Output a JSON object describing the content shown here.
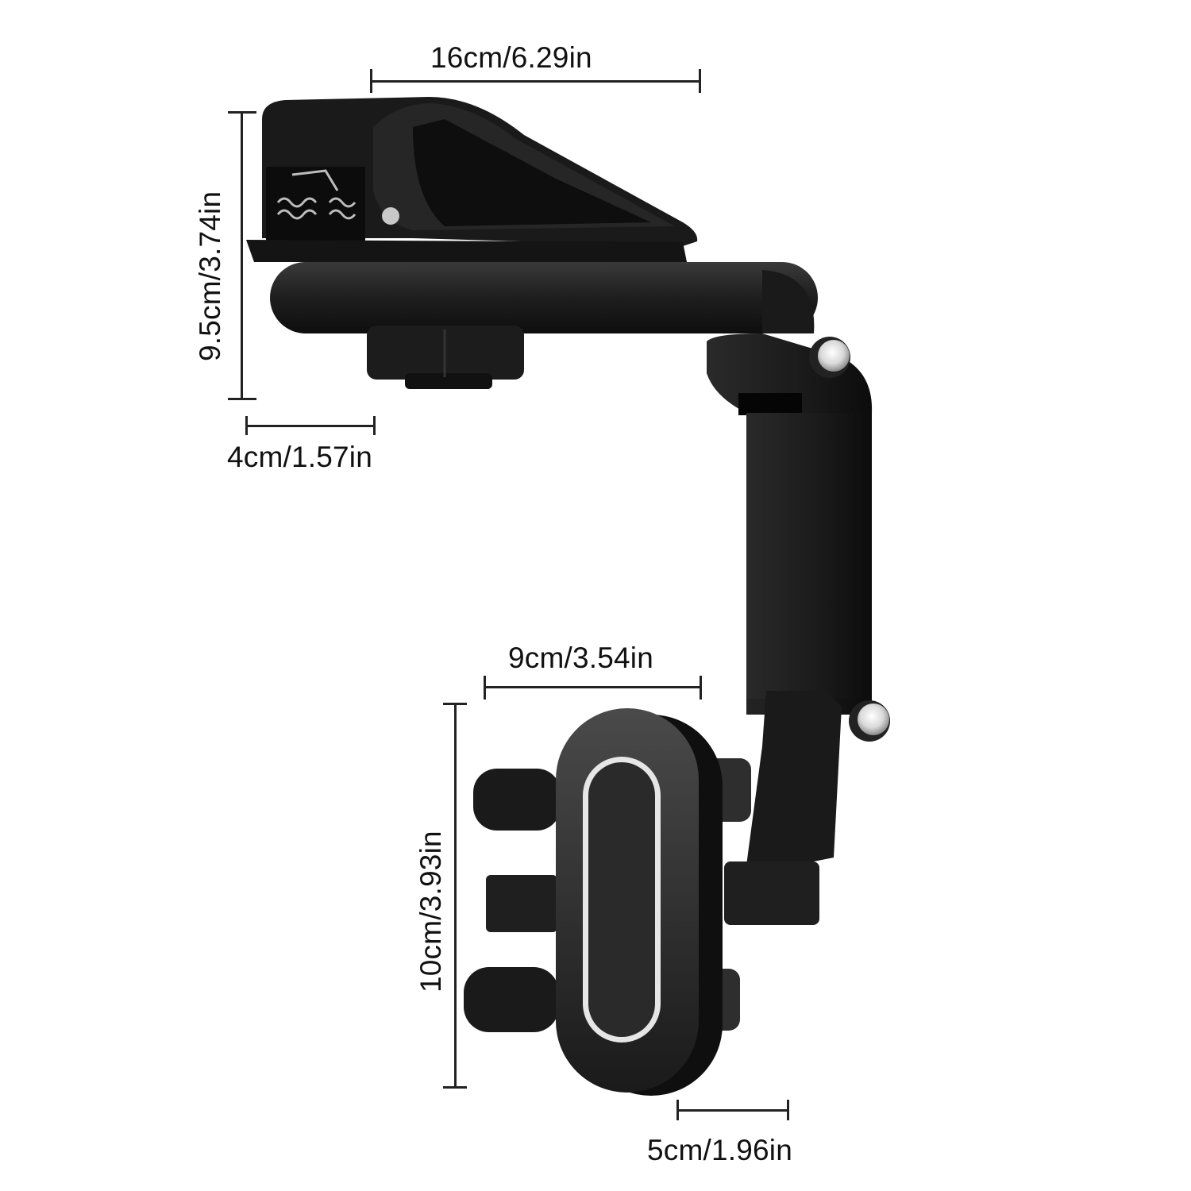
{
  "product": {
    "name": "Rearview mirror phone holder",
    "color": "#1c1c1c",
    "accent_ring_color": "#e6e6e6",
    "knob_color": "#cfcfcf"
  },
  "dimensions": {
    "clip_width": {
      "label": "16cm/6.29in",
      "orientation": "horizontal"
    },
    "clip_height": {
      "label": "9.5cm/3.74in",
      "orientation": "vertical"
    },
    "clip_depth": {
      "label": "4cm/1.57in",
      "orientation": "horizontal"
    },
    "cradle_width": {
      "label": "9cm/3.54in",
      "orientation": "horizontal"
    },
    "cradle_height": {
      "label": "10cm/3.93in",
      "orientation": "vertical"
    },
    "cradle_depth": {
      "label": "5cm/1.96in",
      "orientation": "horizontal"
    }
  }
}
